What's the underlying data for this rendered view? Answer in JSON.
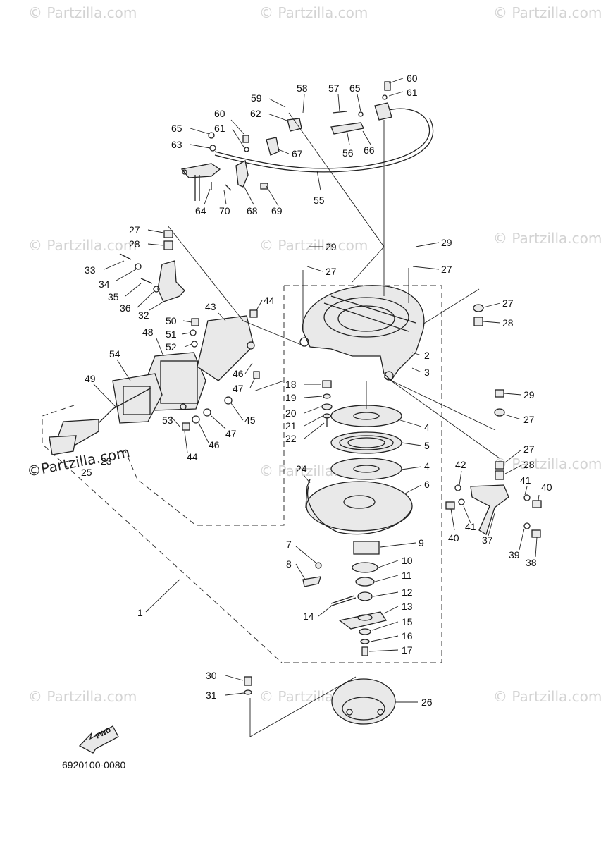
{
  "watermark": {
    "text": "© Partzilla.com",
    "text_prominent": "©Partzilla.com"
  },
  "diagram_code": "6920100-0080",
  "fwd_label": "FWD",
  "callouts": [
    {
      "id": "c60a",
      "text": "60"
    },
    {
      "id": "c61a",
      "text": "61"
    },
    {
      "id": "c57",
      "text": "57"
    },
    {
      "id": "c65a",
      "text": "65"
    },
    {
      "id": "c58",
      "text": "58"
    },
    {
      "id": "c59",
      "text": "59"
    },
    {
      "id": "c62",
      "text": "62"
    },
    {
      "id": "c60b",
      "text": "60"
    },
    {
      "id": "c61b",
      "text": "61"
    },
    {
      "id": "c65b",
      "text": "65"
    },
    {
      "id": "c63",
      "text": "63"
    },
    {
      "id": "c67",
      "text": "67"
    },
    {
      "id": "c56",
      "text": "56"
    },
    {
      "id": "c66",
      "text": "66"
    },
    {
      "id": "c64",
      "text": "64"
    },
    {
      "id": "c70",
      "text": "70"
    },
    {
      "id": "c68",
      "text": "68"
    },
    {
      "id": "c69",
      "text": "69"
    },
    {
      "id": "c55",
      "text": "55"
    },
    {
      "id": "c27a",
      "text": "27"
    },
    {
      "id": "c28a",
      "text": "28"
    },
    {
      "id": "c33",
      "text": "33"
    },
    {
      "id": "c34",
      "text": "34"
    },
    {
      "id": "c35",
      "text": "35"
    },
    {
      "id": "c36",
      "text": "36"
    },
    {
      "id": "c32",
      "text": "32"
    },
    {
      "id": "c29a",
      "text": "29"
    },
    {
      "id": "c27b",
      "text": "27"
    },
    {
      "id": "c29b",
      "text": "29"
    },
    {
      "id": "c27c",
      "text": "27"
    },
    {
      "id": "c44a",
      "text": "44"
    },
    {
      "id": "c43",
      "text": "43"
    },
    {
      "id": "c50",
      "text": "50"
    },
    {
      "id": "c51",
      "text": "51"
    },
    {
      "id": "c52",
      "text": "52"
    },
    {
      "id": "c48",
      "text": "48"
    },
    {
      "id": "c27d",
      "text": "27"
    },
    {
      "id": "c28b",
      "text": "28"
    },
    {
      "id": "c2",
      "text": "2"
    },
    {
      "id": "c3",
      "text": "3"
    },
    {
      "id": "c46a",
      "text": "46"
    },
    {
      "id": "c47a",
      "text": "47"
    },
    {
      "id": "c54",
      "text": "54"
    },
    {
      "id": "c49",
      "text": "49"
    },
    {
      "id": "c18",
      "text": "18"
    },
    {
      "id": "c19",
      "text": "19"
    },
    {
      "id": "c20",
      "text": "20"
    },
    {
      "id": "c21",
      "text": "21"
    },
    {
      "id": "c22",
      "text": "22"
    },
    {
      "id": "c29c",
      "text": "29"
    },
    {
      "id": "c27e",
      "text": "27"
    },
    {
      "id": "c53",
      "text": "53"
    },
    {
      "id": "c45",
      "text": "45"
    },
    {
      "id": "c47b",
      "text": "47"
    },
    {
      "id": "c46b",
      "text": "46"
    },
    {
      "id": "c44b",
      "text": "44"
    },
    {
      "id": "c4a",
      "text": "4"
    },
    {
      "id": "c5",
      "text": "5"
    },
    {
      "id": "c23",
      "text": "23"
    },
    {
      "id": "c25",
      "text": "25"
    },
    {
      "id": "c27f",
      "text": "27"
    },
    {
      "id": "c28c",
      "text": "28"
    },
    {
      "id": "c4b",
      "text": "4"
    },
    {
      "id": "c24",
      "text": "24"
    },
    {
      "id": "c6",
      "text": "6"
    },
    {
      "id": "c42",
      "text": "42"
    },
    {
      "id": "c41a",
      "text": "41"
    },
    {
      "id": "c40a",
      "text": "40"
    },
    {
      "id": "c41b",
      "text": "41"
    },
    {
      "id": "c40b",
      "text": "40"
    },
    {
      "id": "c37",
      "text": "37"
    },
    {
      "id": "c39",
      "text": "39"
    },
    {
      "id": "c38",
      "text": "38"
    },
    {
      "id": "c7",
      "text": "7"
    },
    {
      "id": "c9",
      "text": "9"
    },
    {
      "id": "c8",
      "text": "8"
    },
    {
      "id": "c10",
      "text": "10"
    },
    {
      "id": "c11",
      "text": "11"
    },
    {
      "id": "c12",
      "text": "12"
    },
    {
      "id": "c13",
      "text": "13"
    },
    {
      "id": "c14",
      "text": "14"
    },
    {
      "id": "c15",
      "text": "15"
    },
    {
      "id": "c16",
      "text": "16"
    },
    {
      "id": "c17",
      "text": "17"
    },
    {
      "id": "c1",
      "text": "1"
    },
    {
      "id": "c30",
      "text": "30"
    },
    {
      "id": "c31",
      "text": "31"
    },
    {
      "id": "c26",
      "text": "26"
    }
  ]
}
